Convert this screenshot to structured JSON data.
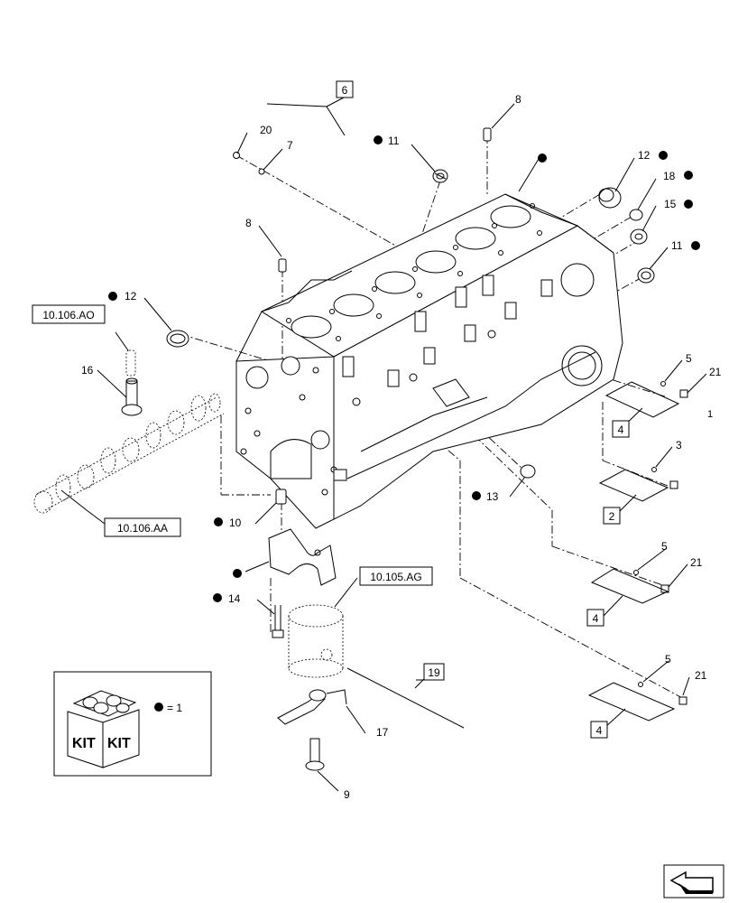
{
  "references": {
    "ref_6": "6",
    "ref_19": "19",
    "ref_4a": "4",
    "ref_2": "2",
    "ref_4b": "4",
    "ref_4c": "4",
    "ref_10106AO": "10.106.AO",
    "ref_10106AA": "10.106.AA",
    "ref_10105AG": "10.105.AG"
  },
  "callouts": {
    "n20": "20",
    "n7": "7",
    "n8a": "8",
    "n11a": "11",
    "n12a": "12",
    "n18": "18",
    "n15": "15",
    "n11b": "11",
    "n8b": "8",
    "n12b": "12",
    "n16": "16",
    "n5a": "5",
    "n21a": "21",
    "n1": "1",
    "n3": "3",
    "n5b": "5",
    "n21b": "21",
    "n13": "13",
    "n10": "10",
    "n14": "14",
    "n5c": "5",
    "n21c": "21",
    "n17": "17",
    "n9": "9"
  },
  "legend": {
    "kit_word_1": "KIT",
    "kit_word_2": "KIT",
    "equals": "= 1"
  },
  "colors": {
    "ink": "#000000",
    "paper": "#ffffff"
  },
  "icons": [
    "kit-box-icon",
    "navigation-arrow-icon"
  ]
}
